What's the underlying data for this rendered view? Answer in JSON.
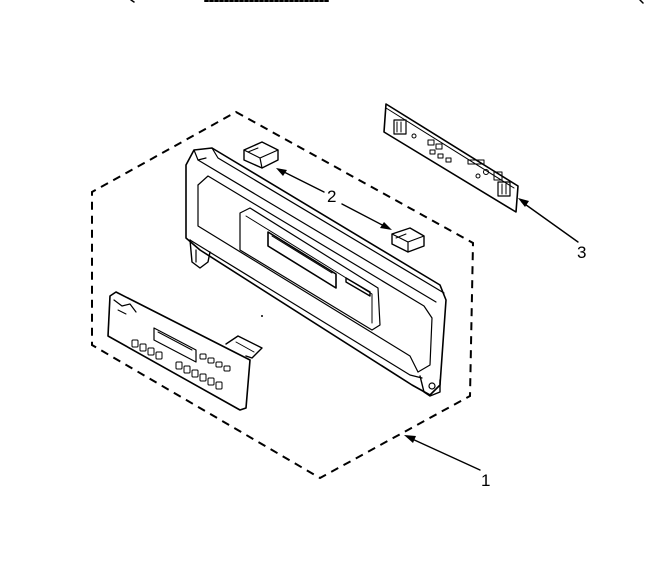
{
  "diagram": {
    "callouts": [
      {
        "label": "1",
        "part": "control-panel-assembly"
      },
      {
        "label": "2",
        "part": "end-caps"
      },
      {
        "label": "3",
        "part": "control-board"
      }
    ],
    "colors": {
      "line": "#000000",
      "background": "#ffffff"
    }
  }
}
